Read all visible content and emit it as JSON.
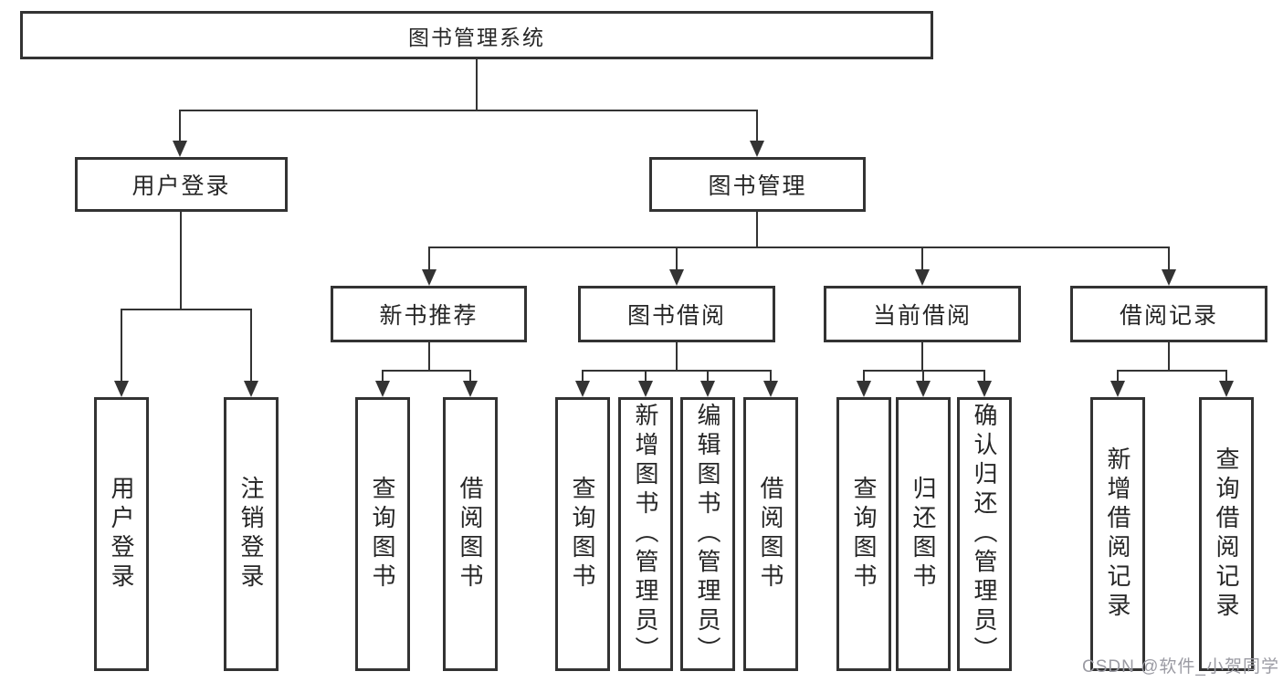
{
  "tree": {
    "label": "图书管理系统",
    "children": [
      {
        "label": "用户登录",
        "children": [
          {
            "label": "用户登录"
          },
          {
            "label": "注销登录"
          }
        ]
      },
      {
        "label": "图书管理",
        "children": [
          {
            "label": "新书推荐",
            "children": [
              {
                "label": "查询图书"
              },
              {
                "label": "借阅图书"
              }
            ]
          },
          {
            "label": "图书借阅",
            "children": [
              {
                "label": "查询图书"
              },
              {
                "label": "新增图书（管理员）"
              },
              {
                "label": "编辑图书（管理员）"
              },
              {
                "label": "借阅图书"
              }
            ]
          },
          {
            "label": "当前借阅",
            "children": [
              {
                "label": "查询图书"
              },
              {
                "label": "归还图书"
              },
              {
                "label": "确认归还（管理员）"
              }
            ]
          },
          {
            "label": "借阅记录",
            "children": [
              {
                "label": "新增借阅记录"
              },
              {
                "label": "查询借阅记录"
              }
            ]
          }
        ]
      }
    ]
  },
  "watermark": {
    "text": "CSDN @软件_小贺同学"
  },
  "colors": {
    "line": "#333333",
    "text": "#262626",
    "background": "#ffffff",
    "watermark": "#9b9ba3"
  }
}
